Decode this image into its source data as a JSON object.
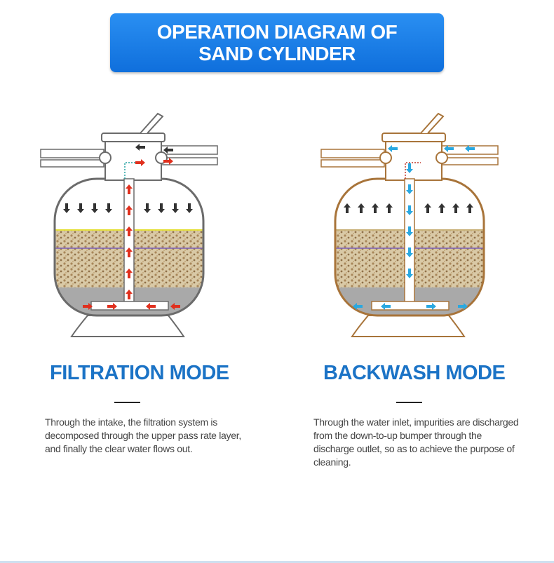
{
  "banner": {
    "line1": "OPERATION DIAGRAM OF",
    "line2": "SAND CYLINDER"
  },
  "modes": [
    {
      "title": "FILTRATION MODE",
      "description": "Through the intake, the filtration system is decomposed through the upper pass rate layer, and finally the clear water flows out.",
      "arrow_color": "#e0301e",
      "outline_color": "#6b6b6b"
    },
    {
      "title": "BACKWASH MODE",
      "description": "Through the water inlet, impurities are discharged from the down-to-up bumper through the discharge outlet, so as to achieve the purpose of cleaning.",
      "arrow_color": "#2aa8e0",
      "outline_color": "#a8743a"
    }
  ]
}
